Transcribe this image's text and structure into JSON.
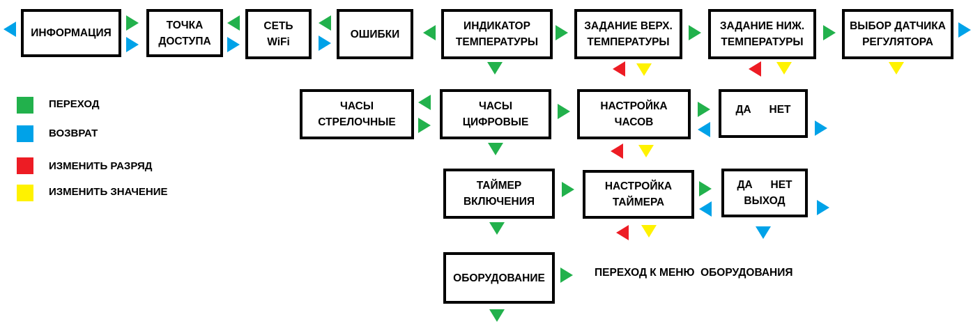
{
  "colors": {
    "green": "#22b14c",
    "blue": "#00a2e8",
    "red": "#ed1c24",
    "yellow": "#fff200",
    "border": "#000000"
  },
  "legend": [
    {
      "color": "green",
      "label": "ПЕРЕХОД"
    },
    {
      "color": "blue",
      "label": "ВОЗВРАТ"
    },
    {
      "color": "red",
      "label": "ИЗМЕНИТЬ РАЗРЯД"
    },
    {
      "color": "yellow",
      "label": "ИЗМЕНИТЬ ЗНАЧЕНИЕ"
    }
  ],
  "boxes": {
    "info": {
      "lines": [
        "ИНФОРМАЦИЯ"
      ]
    },
    "access_point": {
      "lines": [
        "ТОЧКА",
        "ДОСТУПА"
      ]
    },
    "wifi": {
      "lines": [
        "СЕТЬ",
        "WiFi"
      ]
    },
    "errors": {
      "lines": [
        "ОШИБКИ"
      ]
    },
    "temp_indicator": {
      "lines": [
        "ИНДИКАТОР",
        "ТЕМПЕРАТУРЫ"
      ]
    },
    "upper_temp": {
      "lines": [
        "ЗАДАНИЕ ВЕРХ.",
        "ТЕМПЕРАТУРЫ"
      ]
    },
    "lower_temp": {
      "lines": [
        "ЗАДАНИЕ НИЖ.",
        "ТЕМПЕРАТУРЫ"
      ]
    },
    "sensor_select": {
      "lines": [
        "ВЫБОР ДАТЧИКА",
        "РЕГУЛЯТОРА"
      ]
    },
    "analog_clock": {
      "lines": [
        "ЧАСЫ",
        "СТРЕЛОЧНЫЕ"
      ]
    },
    "digital_clock": {
      "lines": [
        "ЧАСЫ",
        "ЦИФРОВЫЕ"
      ]
    },
    "clock_setup": {
      "lines": [
        "НАСТРОЙКА",
        "ЧАСОВ"
      ]
    },
    "clock_yes_no": {
      "lines": [
        "ДА      НЕТ"
      ]
    },
    "on_timer": {
      "lines": [
        "ТАЙМЕР",
        "ВКЛЮЧЕНИЯ"
      ]
    },
    "timer_setup": {
      "lines": [
        "НАСТРОЙКА",
        "ТАЙМЕРА"
      ]
    },
    "timer_yes_no": {
      "lines": [
        "ДА      НЕТ",
        "ВЫХОД"
      ]
    },
    "equipment": {
      "lines": [
        "ОБОРУДОВАНИЕ"
      ]
    }
  },
  "note": "ПЕРЕХОД К МЕНЮ  ОБОРУДОВАНИЯ"
}
